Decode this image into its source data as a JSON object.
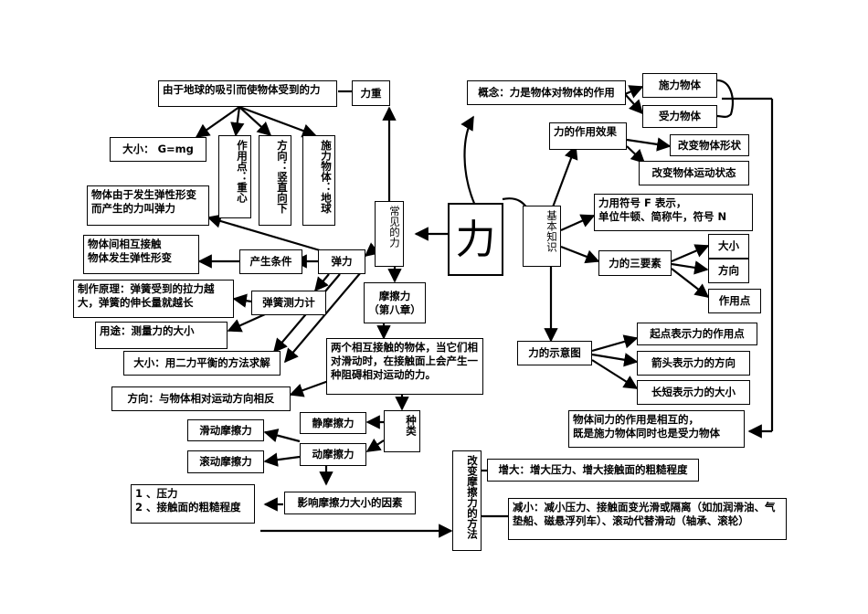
{
  "center": "力",
  "left_hub": "常见的力",
  "gravity": {
    "title": "力重",
    "def": "由于地球的吸引而使物体受到的力",
    "size": "大小： G=mg",
    "point": "作用点：重心",
    "direction": "方向：竖直向下",
    "giver": "施力物体：地球"
  },
  "elastic": {
    "title": "弹力",
    "def": "物体由于发生弹性形变而产生的力叫弹力",
    "cond_title": "产生条件",
    "cond": "物体间相互接触\n物体发生弹性形变",
    "meter": "弹簧测力计",
    "principle": "制作原理：弹簧受到的拉力越大，弹簧的伸长量就越长",
    "use": "用途：测量力的大小",
    "size": "大小：用二力平衡的方法求解"
  },
  "friction": {
    "title": "摩擦力\n（第八章）",
    "def": "两个相互接触的物体，当它们相对滑动时，在接触面上会产生一种阻碍相对运动的力。",
    "direction": "方向：与物体相对运动方向相反",
    "kinds": "种类",
    "static": "静摩擦力",
    "dynamic": "动摩擦力",
    "sliding": "滑动摩擦力",
    "rolling": "滚动摩擦力",
    "factors_title": "影响摩擦力大小的因素",
    "factors": "1 、压力\n2 、接触面的粗糙程度",
    "method": "改变摩擦力的方法",
    "increase": "增大：增大压力、增大接触面的粗糙程度",
    "decrease": "减小：减小压力、接触面变光滑或隔离（如加润滑油、气垫船、磁悬浮列车）、滚动代替滑动（轴承、滚轮）"
  },
  "basics": {
    "title": "基本知识",
    "concept": "概念：力是物体对物体的作用",
    "giver": "施力物体",
    "receiver": "受力物体",
    "effect": "力的作用效果",
    "effect_shape": "改变物体形状",
    "effect_motion": "改变物体运动状态",
    "symbol": "力用符号 F 表示，\n单位牛顿、简称牛，符号 N",
    "three": "力的三要素",
    "size": "大小",
    "direction": "方向",
    "point": "作用点",
    "diagram": "力的示意图",
    "d1": "起点表示力的作用点",
    "d2": "箭头表示力的方向",
    "d3": "长短表示力的大小",
    "mutual": "物体间力的作用是相互的，\n既是施力物体同时也是受力物体"
  }
}
